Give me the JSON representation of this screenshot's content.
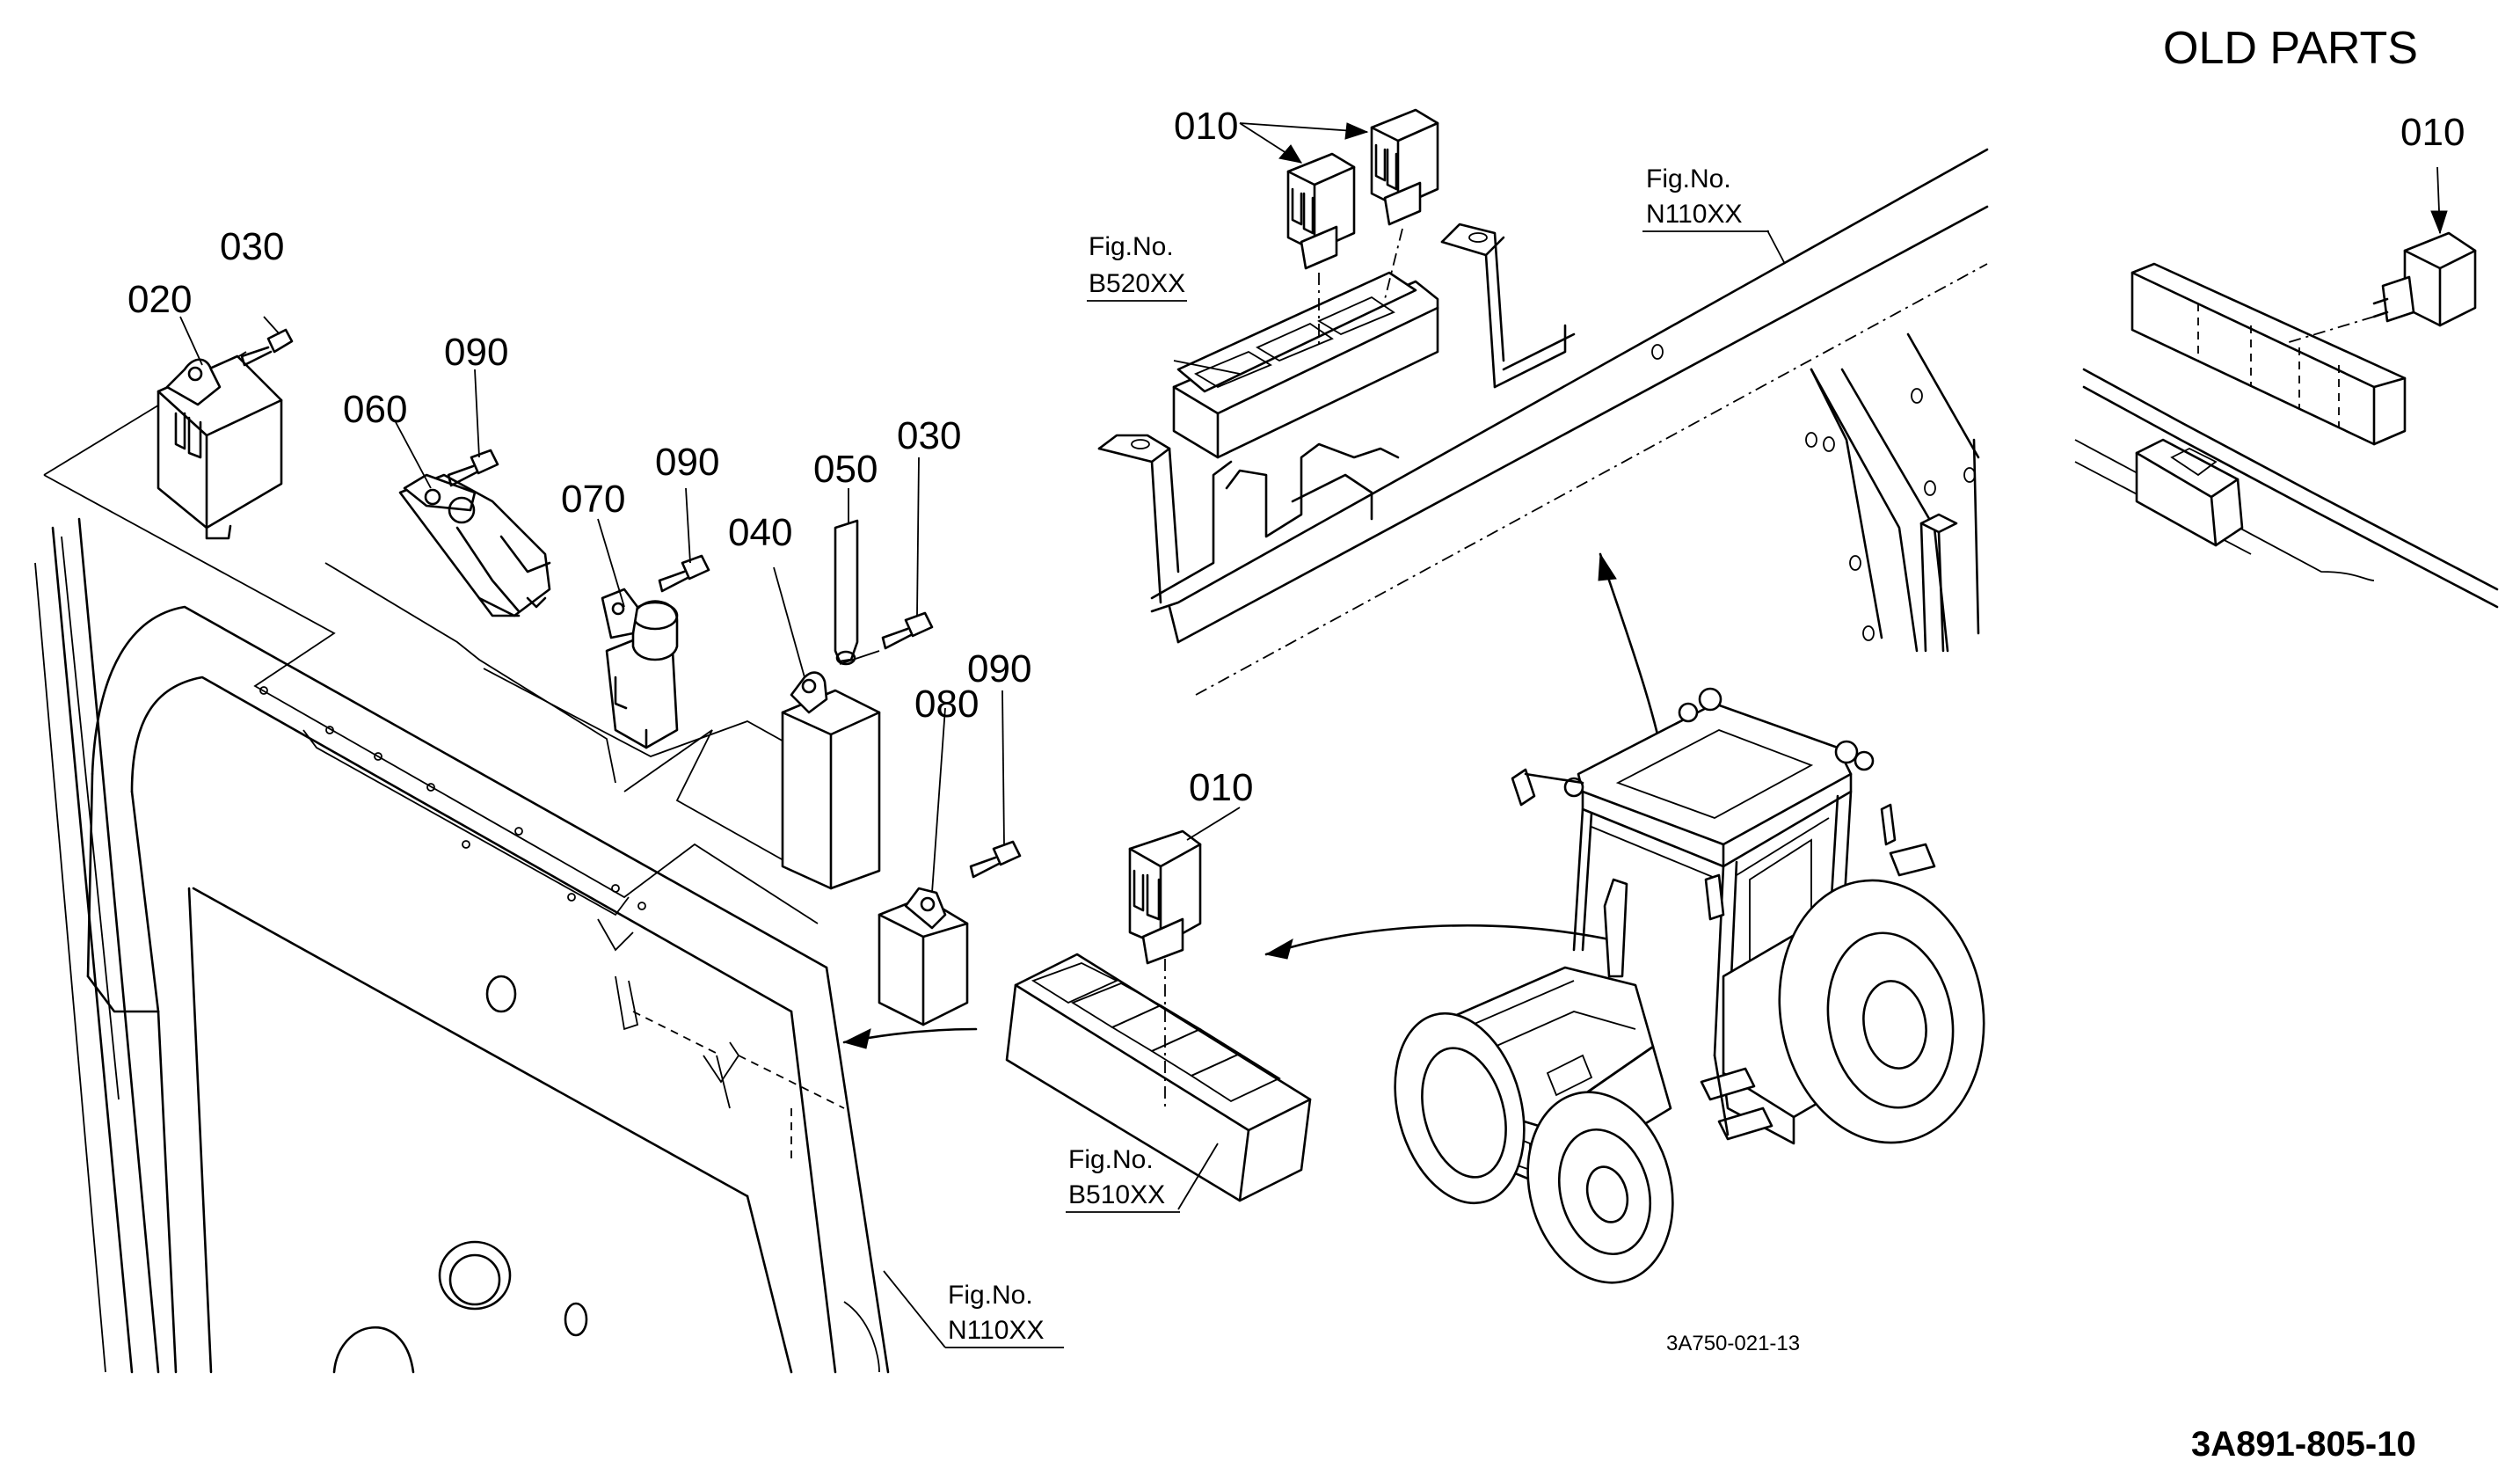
{
  "header": {
    "old_parts_label": "OLD PARTS"
  },
  "callouts": {
    "p010_top": "010",
    "p010_middle": "010",
    "p010_old": "010",
    "p020": "020",
    "p030_left": "030",
    "p030_right": "030",
    "p040": "040",
    "p050": "050",
    "p060": "060",
    "p070": "070",
    "p080": "080",
    "p090_a": "090",
    "p090_b": "090",
    "p090_c": "090"
  },
  "figure_refs": {
    "b520": {
      "prefix": "Fig.No.",
      "code": "B520XX"
    },
    "n110_top": {
      "prefix": "Fig.No.",
      "code": "N110XX"
    },
    "b510": {
      "prefix": "Fig.No.",
      "code": "B510XX"
    },
    "n110_bottom": {
      "prefix": "Fig.No.",
      "code": "N110XX"
    }
  },
  "drawing_codes": {
    "inner": "3A750-021-13",
    "sheet": "3A891-805-10"
  }
}
